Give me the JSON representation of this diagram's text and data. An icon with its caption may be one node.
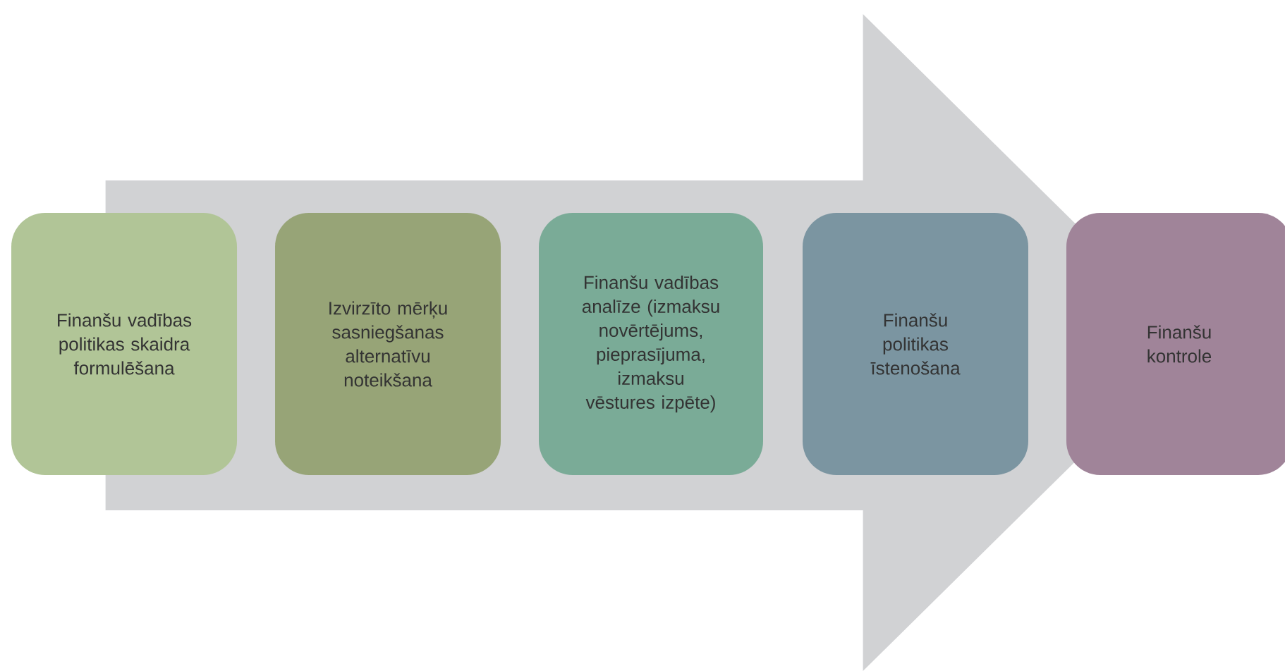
{
  "diagram": {
    "nodes": [
      {
        "text": [
          "Finanšu vadības politikas skaidra formulēšana"
        ]
      },
      {
        "text": [
          "Izvirzīto mērķu sasniegšanas alternatīvu noteikšana"
        ]
      },
      {
        "text": [
          "Finanšu vadības analīze (izmaksu novērtējums, pieprasījuma, izmaksu vēstures izpēte)"
        ]
      },
      {
        "text": [
          "Finanšu politikas īstenošana"
        ]
      },
      {
        "text": [
          "Finanšu kontrole"
        ]
      }
    ],
    "edges": [
      {
        "from": 0,
        "to": 4,
        "arrow": "to"
      }
    ]
  }
}
